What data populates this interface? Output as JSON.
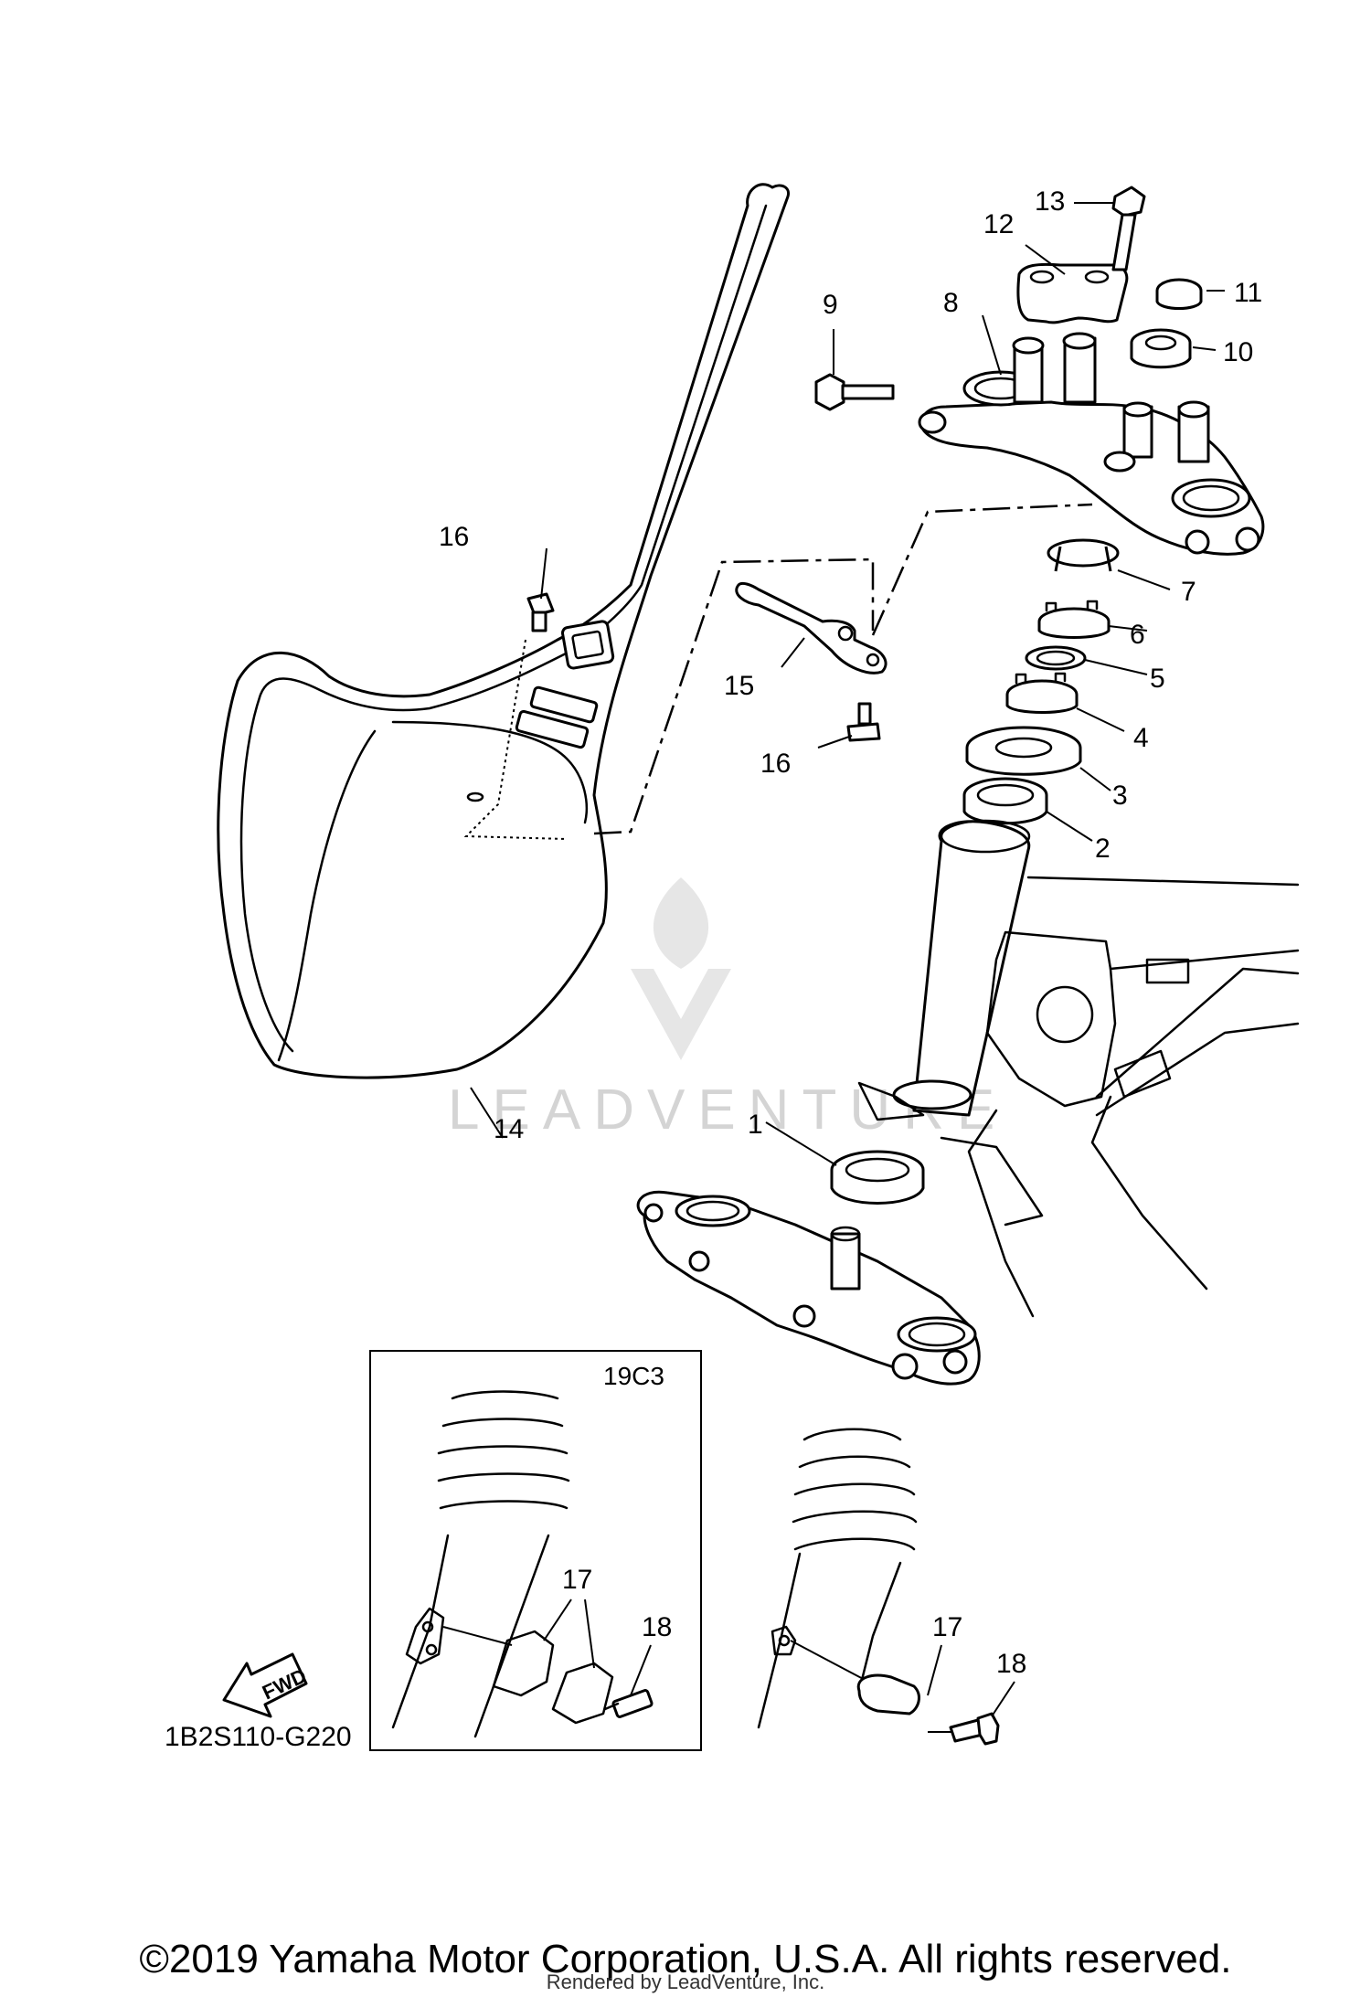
{
  "diagram": {
    "code": "1B2S110-G220",
    "inset_code": "19C3",
    "fwd_label": "FWD",
    "watermark": "LEADVENTURE",
    "callouts": [
      "1",
      "2",
      "3",
      "4",
      "5",
      "6",
      "7",
      "8",
      "9",
      "10",
      "11",
      "12",
      "13",
      "14",
      "15",
      "16",
      "16",
      "17",
      "17",
      "18",
      "18"
    ]
  },
  "footer": {
    "copyright": "©2019 Yamaha Motor Corporation, U.S.A. All rights reserved.",
    "rendered_by": "Rendered by LeadVenture, Inc."
  }
}
